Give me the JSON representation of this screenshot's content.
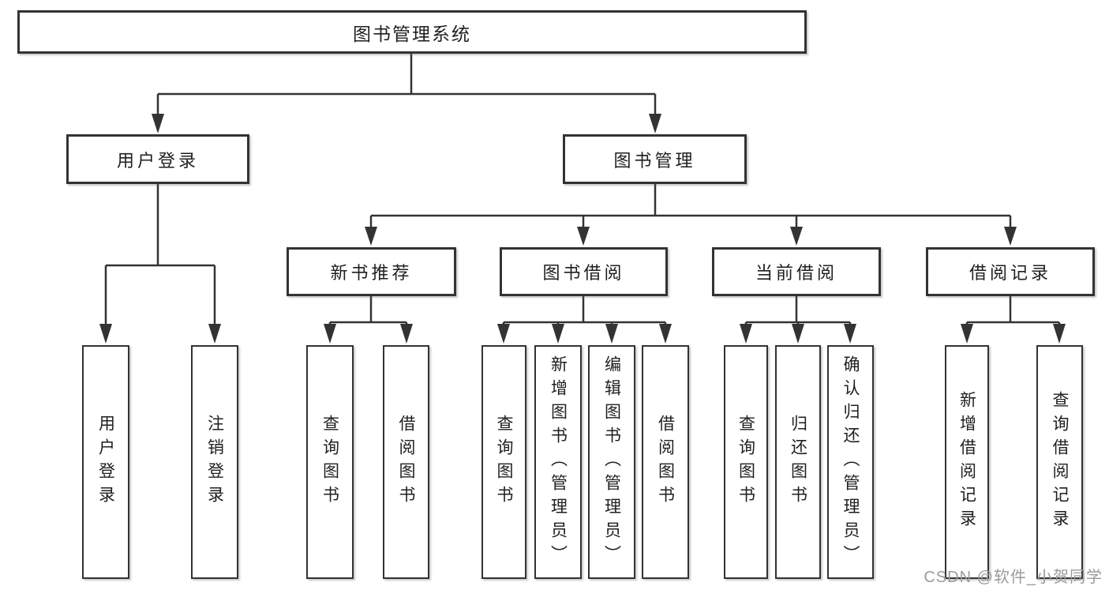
{
  "tree": {
    "root": {
      "label": "图书管理系统"
    },
    "branches": [
      {
        "label": "用户登录",
        "children": [
          {
            "label": "用户登录"
          },
          {
            "label": "注销登录"
          }
        ]
      },
      {
        "label": "图书管理",
        "children": [
          {
            "label": "新书推荐",
            "children": [
              {
                "label": "查询图书"
              },
              {
                "label": "借阅图书"
              }
            ]
          },
          {
            "label": "图书借阅",
            "children": [
              {
                "label": "查询图书"
              },
              {
                "label": "新增图书（管理员）"
              },
              {
                "label": "编辑图书（管理员）"
              },
              {
                "label": "借阅图书"
              }
            ]
          },
          {
            "label": "当前借阅",
            "children": [
              {
                "label": "查询图书"
              },
              {
                "label": "归还图书"
              },
              {
                "label": "确认归还（管理员）"
              }
            ]
          },
          {
            "label": "借阅记录",
            "children": [
              {
                "label": "新增借阅记录"
              },
              {
                "label": "查询借阅记录"
              }
            ]
          }
        ]
      }
    ]
  },
  "watermark": {
    "text": "CSDN @软件_小贺同学"
  },
  "colors": {
    "line": "#333333",
    "box_fill": "#ffffff",
    "text": "#1f1f1f",
    "watermark": "#9b9b9b",
    "background": "#ffffff"
  }
}
